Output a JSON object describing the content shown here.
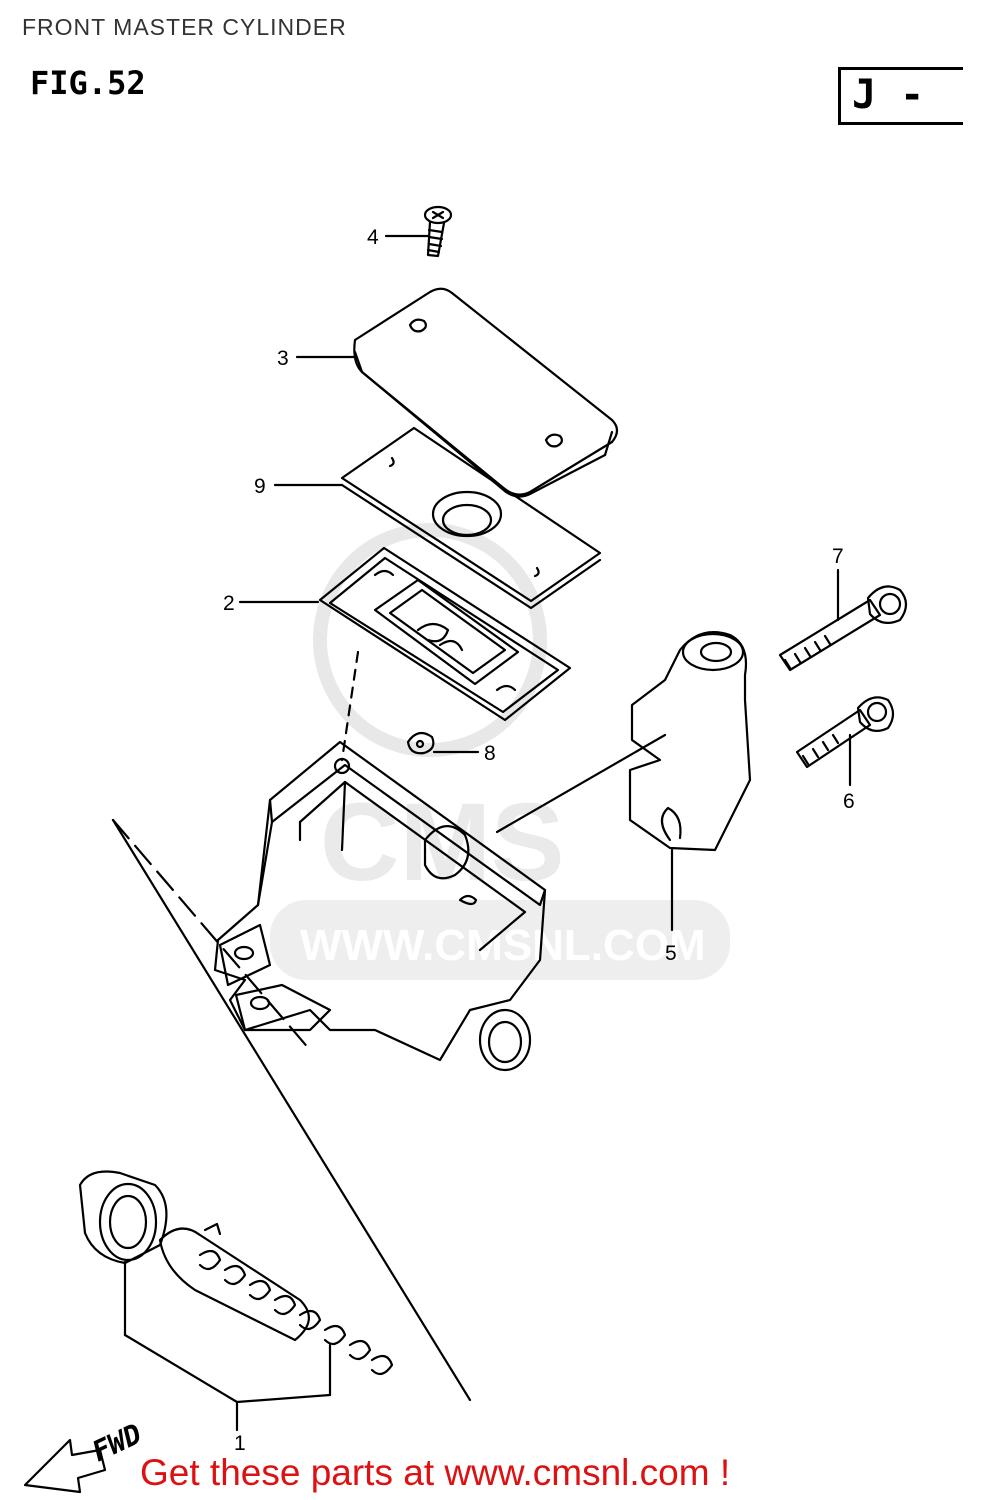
{
  "header": {
    "title": "FRONT MASTER CYLINDER",
    "figure": "FIG.52",
    "code": "J -"
  },
  "callouts": {
    "p1": "1",
    "p2": "2",
    "p3": "3",
    "p4": "4",
    "p5": "5",
    "p6": "6",
    "p7": "7",
    "p8": "8",
    "p9": "9"
  },
  "direction": "FWD",
  "watermark": {
    "logo": "CMS",
    "url": "WWW.CMSNL.COM"
  },
  "footer": {
    "link_text": "Get these parts at www.cmsnl.com !",
    "color": "#dd1111"
  }
}
